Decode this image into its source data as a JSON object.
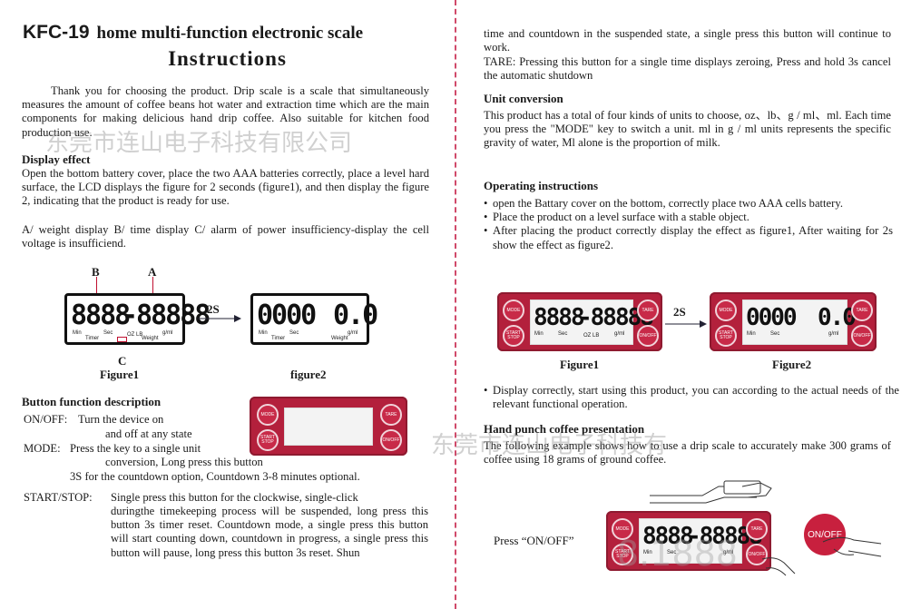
{
  "left": {
    "title_model": "KFC-19",
    "title_rest": "home multi-function electronic scale",
    "subtitle": "Instructions",
    "intro": "Thank you for choosing the product. Drip scale is a scale that simultaneously measures the amount of coffee beans hot water and extraction time which are the main components for making delicious hand drip coffee. Also suitable for kitchen food production use.",
    "display_heading": "Display effect",
    "display_p1": "Open the bottom battery cover, place the two AAA batteries correctly, place a level hard surface, the LCD displays the figure for 2 seconds (figure1), and then display the figure 2, indicating that the product is ready for use.",
    "display_p2": "A/ weight display B/ time display C/ alarm of power insufficiency-display the cell voltage is insufficiend.",
    "label_a": "A",
    "label_b": "B",
    "label_c": "C",
    "arrow_label": "2S",
    "figure1": "Figure1",
    "figure2": "figure2",
    "button_heading": "Button function description",
    "onoff_key": "ON/OFF:",
    "onoff_text1": "Turn the device on",
    "onoff_text2": "and off at any state",
    "mode_key": "MODE:",
    "mode_text1": "Press the key to a single unit",
    "mode_text2": "conversion, Long press this button",
    "mode_text3": "3S for the countdown option, Countdown 3-8 minutes optional.",
    "startstop_key": "START/STOP:",
    "startstop_text1": "Single press this button for the clockwise, single-click",
    "startstop_text2": "duringthe timekeeping process will be suspended, long press this button 3s timer reset. Countdown mode, a single press this button will start counting down, countdown in progress, a single press this button will pause, long press this button 3s reset. Shun"
  },
  "right": {
    "cont1": "time and countdown in the suspended state, a single press this button will continue to work.",
    "tare": "TARE: Pressing this button for a single time displays zeroing, Press and hold 3s cancel the automatic shutdown",
    "unit_heading": "Unit conversion",
    "unit_text": "This product has a total of four kinds of units to choose, oz、lb、g / ml、ml. Each time you press the \"MODE\" key to switch a unit. ml in g / ml units represents the specific gravity of water, Ml alone is the proportion of milk.",
    "operating_heading": "Operating instructions",
    "op_items": [
      "open the Battary cover on the bottom, correctly place two AAA cells battery.",
      "Place the product on a level surface with a stable object.",
      "After placing the product correctly display the effect as figure1, After waiting for 2s show the effect as figure2."
    ],
    "arrow_label": "2S",
    "figure1": "Figure1",
    "figure2": "Figure2",
    "display_note": "Display correctly, start using this product, you can according to the actual needs of the relevant functional operation.",
    "coffee_heading": "Hand punch coffee presentation",
    "coffee_text": "The following example shows how to use a drip scale to accurately make 300 grams of coffee using 18 grams of ground coffee.",
    "press_label": "Press “ON/OFF”",
    "onoff_button": "ON/OFF"
  },
  "lcd": {
    "full_time": "8888",
    "full_weight": "-88888",
    "zero_time": "0000",
    "zero_weight": "0.0",
    "min": "Min",
    "sec": "Sec",
    "timer": "Timer",
    "weight": "Weight",
    "gml": "g/ml",
    "ozlb": "OZ LB"
  },
  "buttons": {
    "mode": "MODE",
    "tare": "TARE",
    "start": "START STOP",
    "onoff": "ON/OFF"
  },
  "watermarks": {
    "company": "东莞市连山电子科技有限公司",
    "company_short": "东莞市连山电子科技有",
    "ghost": "8.1888"
  },
  "colors": {
    "scale_red": "#b3203c",
    "divider": "#d04a6a"
  }
}
